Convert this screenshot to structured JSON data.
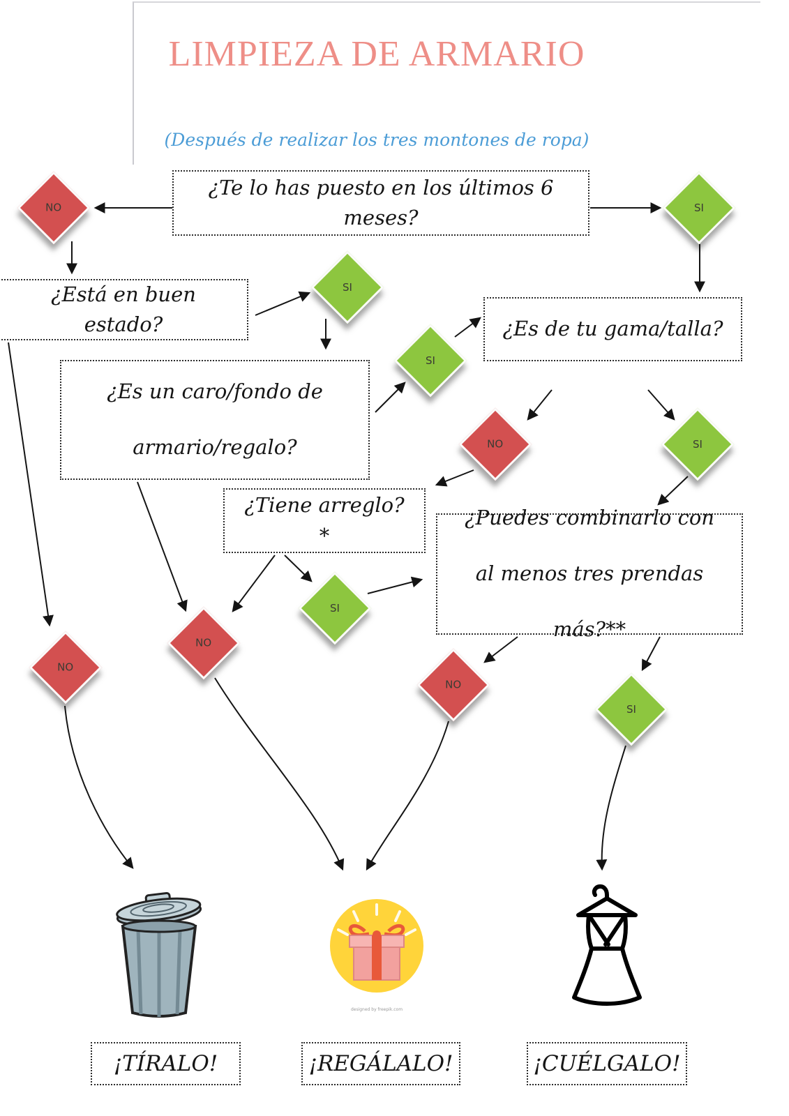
{
  "title": "LIMPIEZA DE ARMARIO",
  "subtitle": "(Después de realizar los tres montones de ropa)",
  "labels": {
    "yes": "SI",
    "no": "NO"
  },
  "questions": {
    "worn6months": "¿Te lo has puesto en los últimos 6 meses?",
    "goodcondition": "¿Está en buen estado?",
    "expensive": "¿Es un caro/fondo de armario/regalo?",
    "size": "¿Es de tu gama/talla?",
    "fixable": "¿Tiene arreglo?*",
    "combine": "¿Puedes combinarlo con al menos tres prendas más?**"
  },
  "outcomes": {
    "throw": "¡TÍRALO!",
    "gift": "¡REGÁLALO!",
    "hang": "¡CUÉLGALO!"
  },
  "icons": {
    "throw": "trash-can-icon",
    "gift": "gift-box-icon",
    "hang": "dress-hanger-icon"
  },
  "credit": "designed by freepik.com",
  "colors": {
    "title": "#ee8e87",
    "subtitle": "#4b9cd6",
    "yes": "#8dc63f",
    "no": "#d35050"
  }
}
